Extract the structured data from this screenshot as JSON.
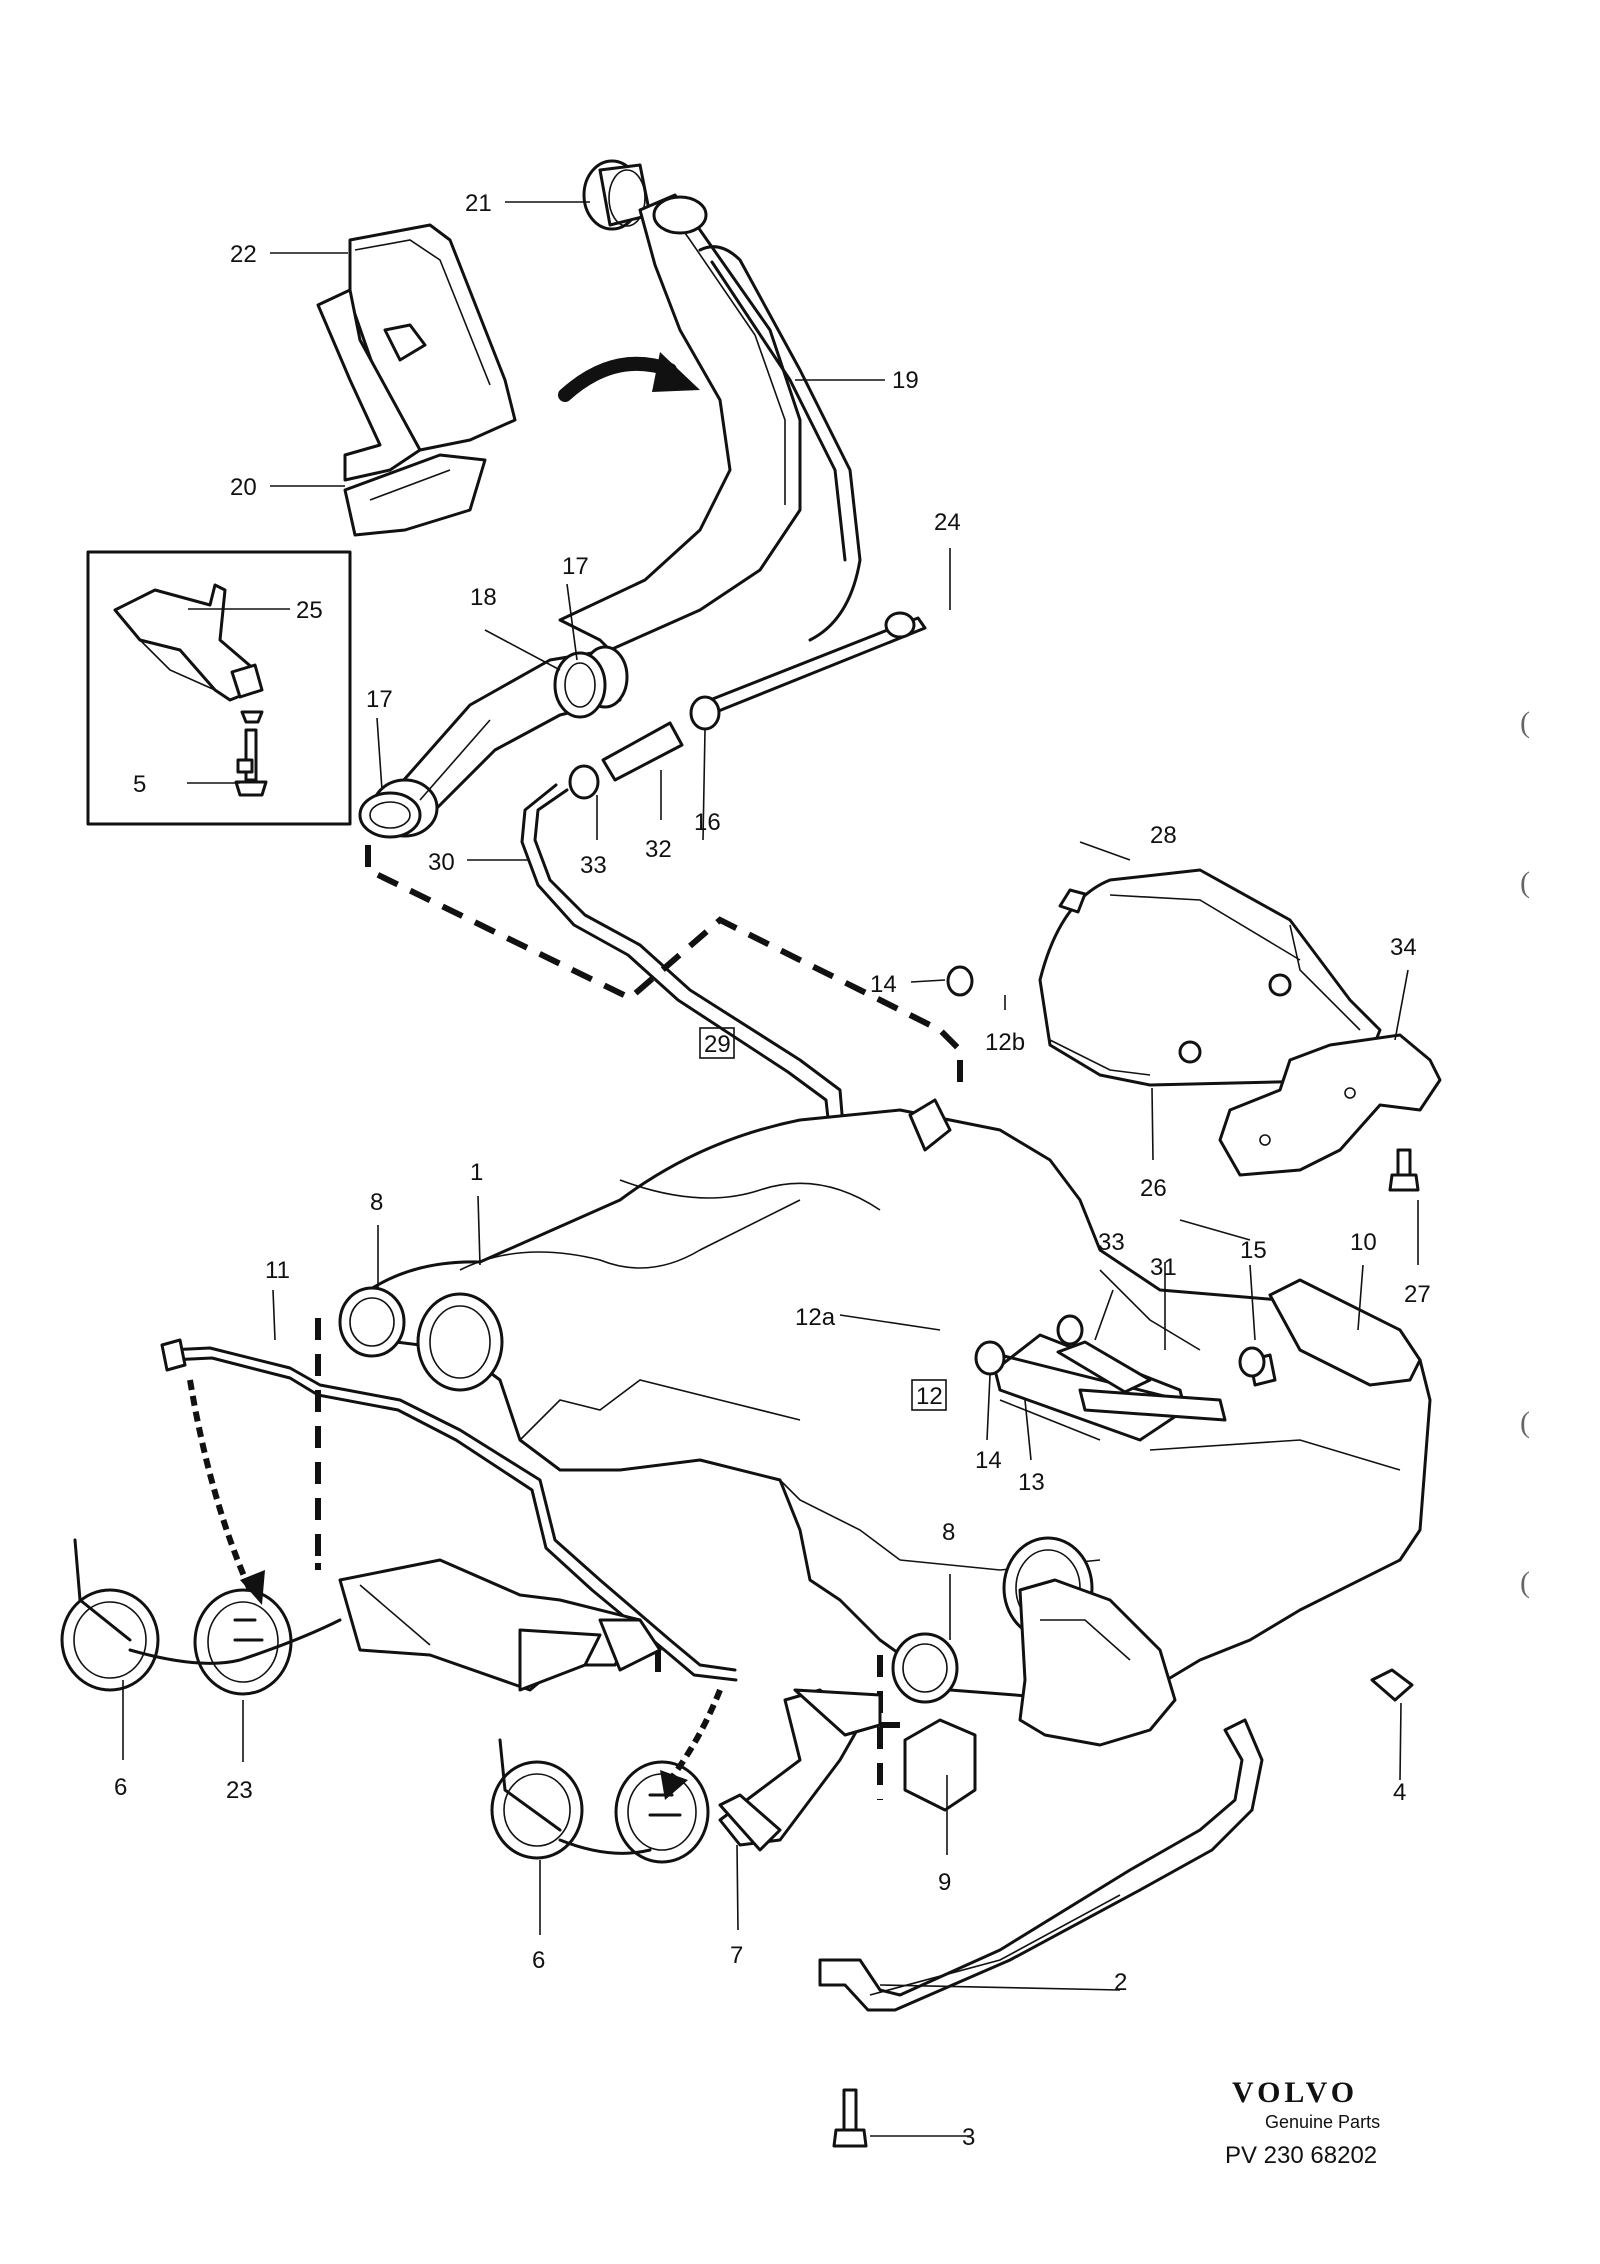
{
  "callouts": {
    "c1": "1",
    "c2": "2",
    "c3": "3",
    "c4": "4",
    "c5": "5",
    "c6a": "6",
    "c6b": "6",
    "c7": "7",
    "c8a": "8",
    "c8b": "8",
    "c9": "9",
    "c10": "10",
    "c11": "11",
    "c12a": "12a",
    "c12b": "12b",
    "c13": "13",
    "c14a": "14",
    "c14b": "14",
    "c15": "15",
    "c16": "16",
    "c17a": "17",
    "c17b": "17",
    "c18": "18",
    "c19": "19",
    "c20": "20",
    "c21": "21",
    "c22": "22",
    "c23": "23",
    "c24": "24",
    "c25": "25",
    "c26": "26",
    "c27": "27",
    "c28": "28",
    "c30": "30",
    "c31": "31",
    "c32": "32",
    "c33a": "33",
    "c33b": "33",
    "c34": "34"
  },
  "boxed_callouts": {
    "b29": "29",
    "b12": "12"
  },
  "brand": {
    "name": "VOLVO",
    "subtitle": "Genuine Parts",
    "reference": "PV 230 68202"
  },
  "margin_marks": {
    "m1": "(",
    "m2": "(",
    "m3": "(",
    "m4": "("
  },
  "colors": {
    "ink": "#111111",
    "paper": "#ffffff"
  },
  "icons": [
    "filler-cap",
    "filler-pipe",
    "fuel-tank",
    "fuel-pump",
    "seal-ring",
    "carbon-canister",
    "strap",
    "bolt",
    "clip"
  ]
}
